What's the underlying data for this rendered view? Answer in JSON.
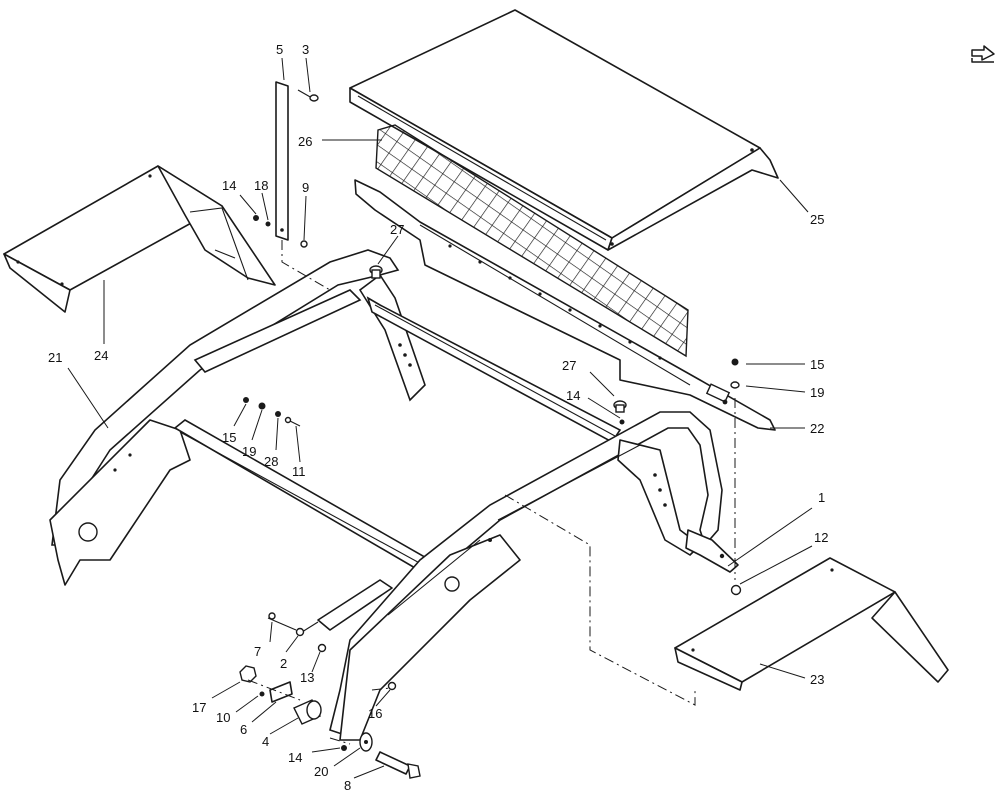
{
  "diagram": {
    "callouts": [
      {
        "id": "c1",
        "text": "1"
      },
      {
        "id": "c2",
        "text": "2"
      },
      {
        "id": "c3",
        "text": "3"
      },
      {
        "id": "c4",
        "text": "4"
      },
      {
        "id": "c5",
        "text": "5"
      },
      {
        "id": "c6",
        "text": "6"
      },
      {
        "id": "c7",
        "text": "7"
      },
      {
        "id": "c8",
        "text": "8"
      },
      {
        "id": "c9",
        "text": "9"
      },
      {
        "id": "c10",
        "text": "10"
      },
      {
        "id": "c11",
        "text": "11"
      },
      {
        "id": "c12",
        "text": "12"
      },
      {
        "id": "c13",
        "text": "13"
      },
      {
        "id": "c14a",
        "text": "14"
      },
      {
        "id": "c14b",
        "text": "14"
      },
      {
        "id": "c14c",
        "text": "14"
      },
      {
        "id": "c15a",
        "text": "15"
      },
      {
        "id": "c15b",
        "text": "15"
      },
      {
        "id": "c16",
        "text": "16"
      },
      {
        "id": "c17",
        "text": "17"
      },
      {
        "id": "c18",
        "text": "18"
      },
      {
        "id": "c19a",
        "text": "19"
      },
      {
        "id": "c19b",
        "text": "19"
      },
      {
        "id": "c20",
        "text": "20"
      },
      {
        "id": "c21",
        "text": "21"
      },
      {
        "id": "c22",
        "text": "22"
      },
      {
        "id": "c23",
        "text": "23"
      },
      {
        "id": "c24",
        "text": "24"
      },
      {
        "id": "c25",
        "text": "25"
      },
      {
        "id": "c26",
        "text": "26"
      },
      {
        "id": "c27a",
        "text": "27"
      },
      {
        "id": "c27b",
        "text": "27"
      },
      {
        "id": "c28",
        "text": "28"
      }
    ],
    "corner_icon": "return-arrow-icon"
  }
}
